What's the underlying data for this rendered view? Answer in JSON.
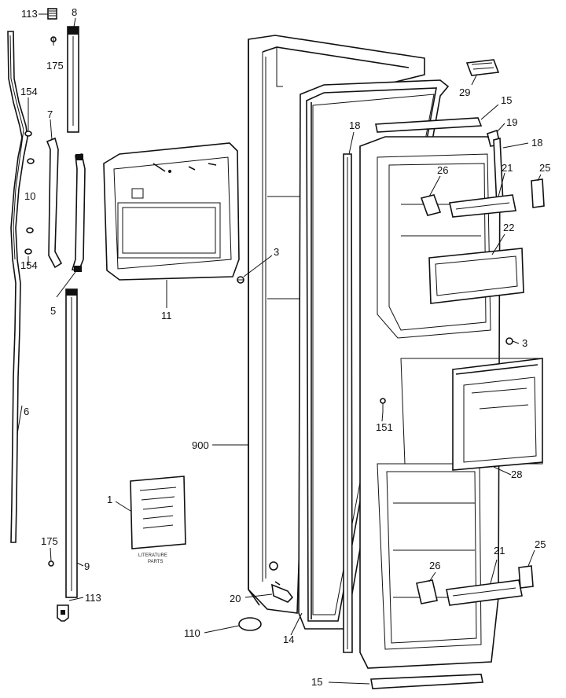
{
  "diagram": {
    "callouts": [
      {
        "id": "c-113-top",
        "text": "113"
      },
      {
        "id": "c-8",
        "text": "8"
      },
      {
        "id": "c-175-top",
        "text": "175"
      },
      {
        "id": "c-154-top",
        "text": "154"
      },
      {
        "id": "c-7",
        "text": "7"
      },
      {
        "id": "c-10",
        "text": "10"
      },
      {
        "id": "c-154-bot",
        "text": "154"
      },
      {
        "id": "c-5",
        "text": "5"
      },
      {
        "id": "c-6",
        "text": "6"
      },
      {
        "id": "c-175-bot",
        "text": "175"
      },
      {
        "id": "c-9",
        "text": "9"
      },
      {
        "id": "c-113-bot",
        "text": "113"
      },
      {
        "id": "c-1",
        "text": "1"
      },
      {
        "id": "c-11",
        "text": "11"
      },
      {
        "id": "c-3-mid",
        "text": "3"
      },
      {
        "id": "c-900",
        "text": "900"
      },
      {
        "id": "c-20",
        "text": "20"
      },
      {
        "id": "c-110",
        "text": "110"
      },
      {
        "id": "c-14",
        "text": "14"
      },
      {
        "id": "c-29",
        "text": "29"
      },
      {
        "id": "c-15-top",
        "text": "15"
      },
      {
        "id": "c-19",
        "text": "19"
      },
      {
        "id": "c-18-right",
        "text": "18"
      },
      {
        "id": "c-18-left",
        "text": "18"
      },
      {
        "id": "c-26-top",
        "text": "26"
      },
      {
        "id": "c-21-top",
        "text": "21"
      },
      {
        "id": "c-25-top",
        "text": "25"
      },
      {
        "id": "c-22",
        "text": "22"
      },
      {
        "id": "c-3-right",
        "text": "3"
      },
      {
        "id": "c-151",
        "text": "151"
      },
      {
        "id": "c-28",
        "text": "28"
      },
      {
        "id": "c-21-bot",
        "text": "21"
      },
      {
        "id": "c-25-bot",
        "text": "25"
      },
      {
        "id": "c-26-bot",
        "text": "26"
      },
      {
        "id": "c-15-bot",
        "text": "15"
      }
    ],
    "literature": {
      "caption_line1": "LITERATURE",
      "caption_line2": "PARTS"
    }
  }
}
